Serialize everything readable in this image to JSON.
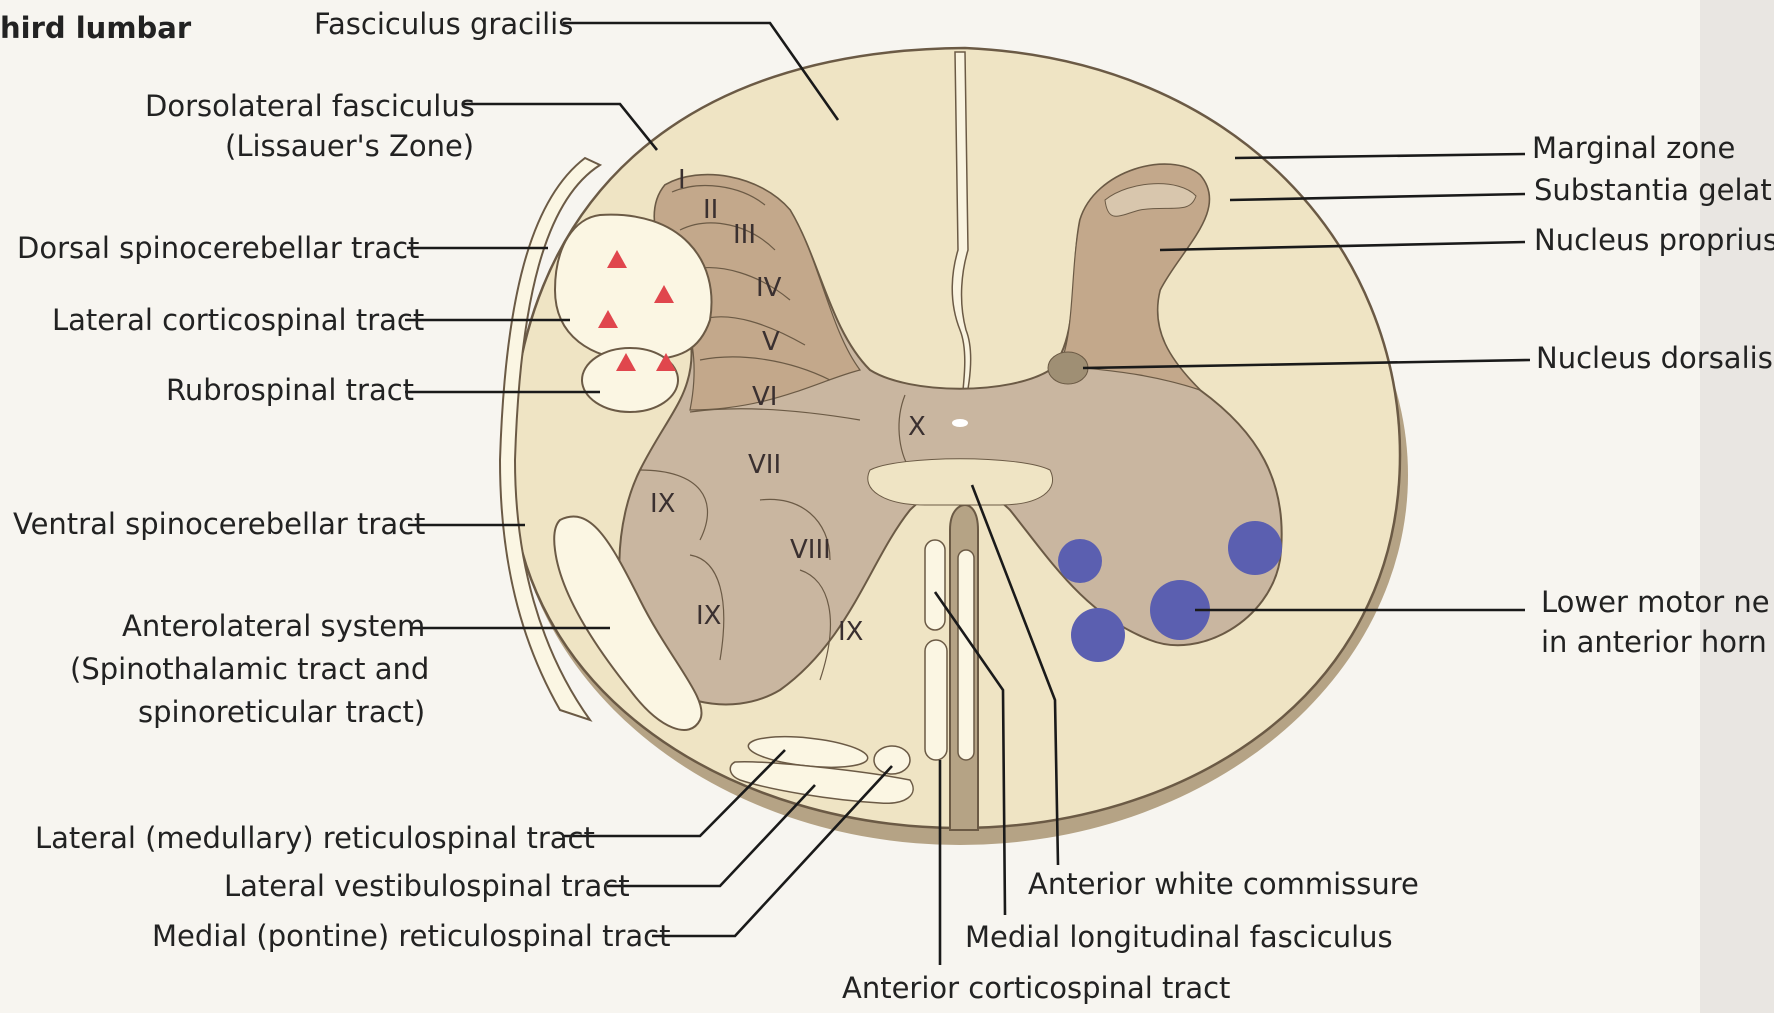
{
  "section_heading": "hird lumbar",
  "labels": {
    "fasciculus_gracilis": "Fasciculus gracilis",
    "dorsolateral_fasciculus_line1": "Dorsolateral fasciculus",
    "dorsolateral_fasciculus_line2": "(Lissauer's Zone)",
    "dorsal_spinocerebellar": "Dorsal spinocerebellar tract",
    "lateral_corticospinal": "Lateral corticospinal tract",
    "rubrospinal": "Rubrospinal tract",
    "ventral_spinocerebellar": "Ventral spinocerebellar tract",
    "anterolateral_line1": "Anterolateral system",
    "anterolateral_line2": "(Spinothalamic tract and",
    "anterolateral_line3": "spinoreticular tract)",
    "lateral_reticulospinal": "Lateral (medullary) reticulospinal tract",
    "lateral_vestibulospinal": "Lateral vestibulospinal tract",
    "medial_reticulospinal": "Medial (pontine) reticulospinal tract",
    "anterior_corticospinal": "Anterior corticospinal tract",
    "medial_longitudinal": "Medial longitudinal fasciculus",
    "anterior_white_commissure": "Anterior white commissure",
    "lower_motor_line1": "Lower motor ne",
    "lower_motor_line2": "in anterior horn",
    "nucleus_dorsalis": "Nucleus dorsalis",
    "nucleus_proprius": "Nucleus proprius",
    "substantia_gelatinosa": "Substantia gelatir",
    "marginal_zone": "Marginal zone"
  },
  "laminae": {
    "I": "I",
    "II": "II",
    "III": "III",
    "IV": "IV",
    "V": "V",
    "VI": "VI",
    "VII": "VII",
    "VIII": "VIII",
    "IX_a": "IX",
    "IX_b": "IX",
    "IX_c": "IX",
    "X": "X"
  },
  "colors": {
    "white_matter": "#efe4c4",
    "gray_matter": "#c9b6a0",
    "dorsal_horn": "#c7ae90",
    "tract_fill": "#fbf6e3",
    "motor_neuron": "#5b5fb0",
    "triangle": "#e0464d",
    "outline": "#6b5a45"
  }
}
